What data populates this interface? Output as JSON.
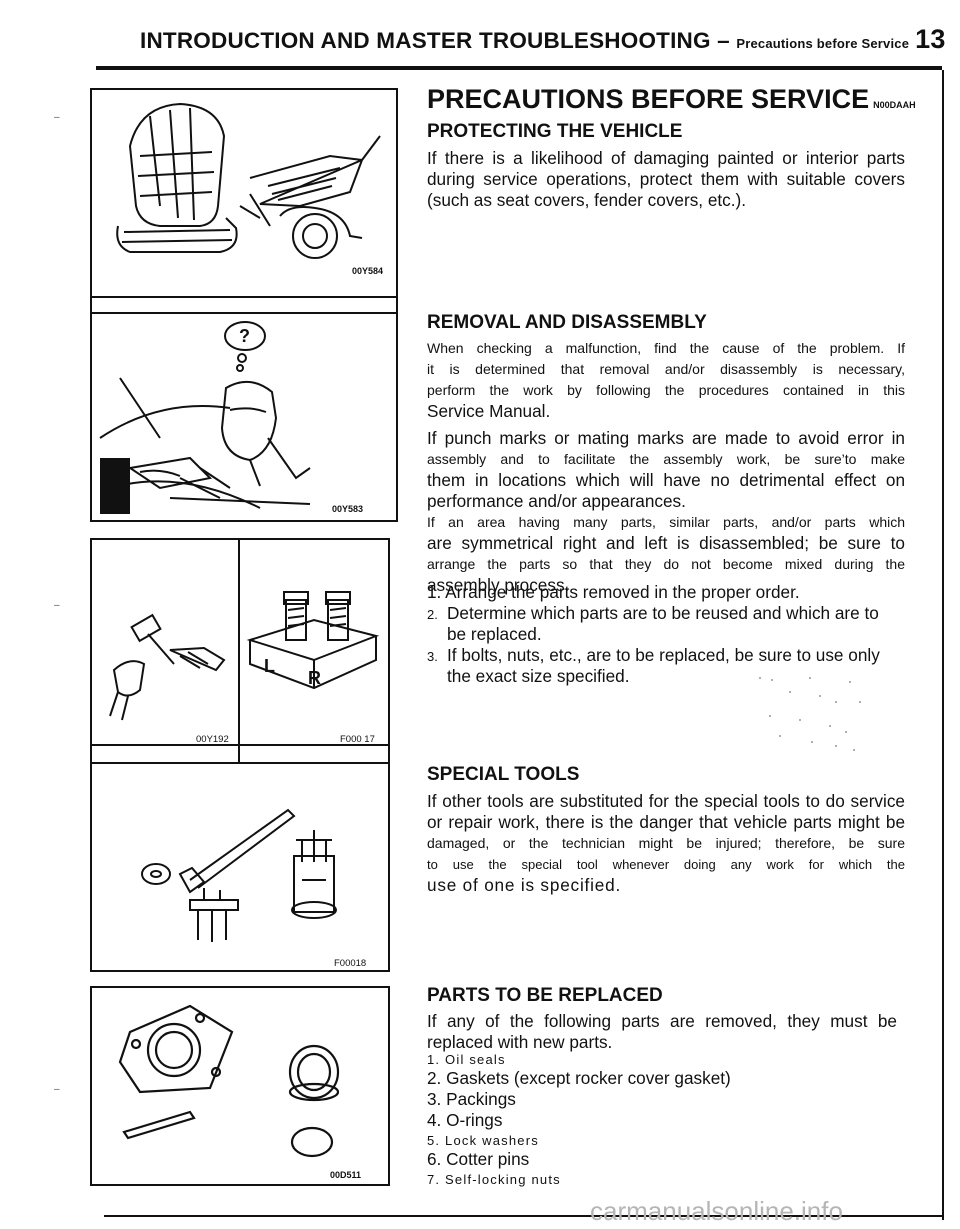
{
  "header": {
    "title": "INTRODUCTION AND MASTER TROUBLESHOOTING",
    "dash": " – ",
    "subtitle": "Precautions before Service",
    "page_number": "13"
  },
  "figures": {
    "fig1_code": "00Y584",
    "fig2_code": "00Y583",
    "fig3a_code": "00Y192",
    "fig3b_code": "F000 17",
    "fig4_code": "F00018",
    "fig5_code": "00D511"
  },
  "main": {
    "title": "PRECAUTIONS BEFORE SERVICE",
    "title_code": "N00DAAH",
    "protecting": {
      "heading": "PROTECTING THE VEHICLE",
      "lines": [
        "If there is a likelihood of damaging painted or interior parts",
        "during service operations, protect them with suitable covers",
        "(such as seat covers, fender covers, etc.)."
      ]
    },
    "removal": {
      "heading": "REMOVAL AND DISASSEMBLY",
      "p1_lines": [
        "When checking a malfunction, find the cause of the problem. If",
        "it is determined that removal and/or disassembly is necessary,",
        "perform the work by following the procedures contained in this",
        "Service Manual."
      ],
      "p2_lines": [
        "If punch marks or mating marks are made to avoid error in",
        "assembly and to facilitate the assembly work, be sure’to make",
        "them in locations which will have no detrimental effect on",
        "performance and/or appearances.",
        "If an area having many parts, similar parts, and/or parts which",
        "are symmetrical right and left is disassembled; be sure to",
        "arrange the parts so that they do not become mixed during the",
        "assembly process."
      ],
      "items": [
        {
          "num": "1.",
          "lines": [
            "Arrange the parts removed in the proper order."
          ]
        },
        {
          "num": "2.",
          "lines": [
            "Determine which parts are to be reused and which are to",
            "be replaced."
          ]
        },
        {
          "num": "3.",
          "lines": [
            "If bolts, nuts, etc., are to be replaced, be sure to use only",
            "the exact size specified."
          ]
        }
      ]
    },
    "special_tools": {
      "heading": "SPECIAL TOOLS",
      "lines": [
        "If other tools are substituted for the special tools to do service",
        "or repair work, there is the danger that vehicle parts might be",
        "damaged, or the technician might be injured; therefore, be sure",
        "to use the special tool whenever doing any work for which the",
        "use of one is specified."
      ]
    },
    "parts_replaced": {
      "heading": "PARTS TO BE REPLACED",
      "intro_lines": [
        "If any of the following parts are removed, they must be",
        "replaced with new parts."
      ],
      "items": [
        "1. Oil seals",
        "2. Gaskets (except rocker cover gasket)",
        "3. Packings",
        "4. O-rings",
        "5. Lock washers",
        "6. Cotter pins",
        "7. Self-locking nuts"
      ]
    }
  },
  "footer": {
    "watermark": "carmanualsonline.info"
  }
}
